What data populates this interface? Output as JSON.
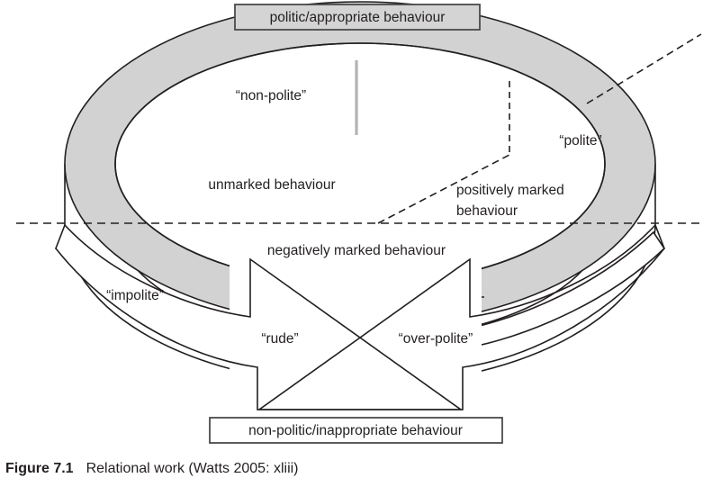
{
  "figure": {
    "caption_number": "Figure 7.1",
    "caption_text": "Relational work (Watts 2005: xliii)"
  },
  "colors": {
    "band_fill": "#d2d2d2",
    "box_fill_top": "#d4d4d4",
    "box_fill_bottom": "#ffffff",
    "stroke": "#231f20",
    "divider_solid": "#b3b3b3",
    "text": "#231f20"
  },
  "boxes": {
    "top": {
      "label": "politic/appropriate behaviour",
      "fill": "#d4d4d4"
    },
    "bottom": {
      "label": "non-politic/inappropriate behaviour",
      "fill": "#ffffff"
    }
  },
  "labels": {
    "non_polite": "“non-polite”",
    "polite": "“polite”",
    "unmarked": "unmarked behaviour",
    "positively_marked_line1": "positively marked",
    "positively_marked_line2": "behaviour",
    "negatively_marked": "negatively marked behaviour",
    "impolite": "“impolite”",
    "rude": "“rude”",
    "over_polite": "“over-polite”"
  },
  "icons": {
    "left_arrow": "arrow-down-right-ribbon-icon",
    "right_arrow": "arrow-down-left-ribbon-icon",
    "band": "annulus-band-icon",
    "cylinder": "cylinder-icon",
    "divider_solid": "segment-divider-solid-icon",
    "divider_dashed": "segment-divider-dashed-icon",
    "axis_dashed": "horizontal-dashed-axis-icon",
    "ray_dashed": "diagonal-dashed-ray-icon"
  }
}
